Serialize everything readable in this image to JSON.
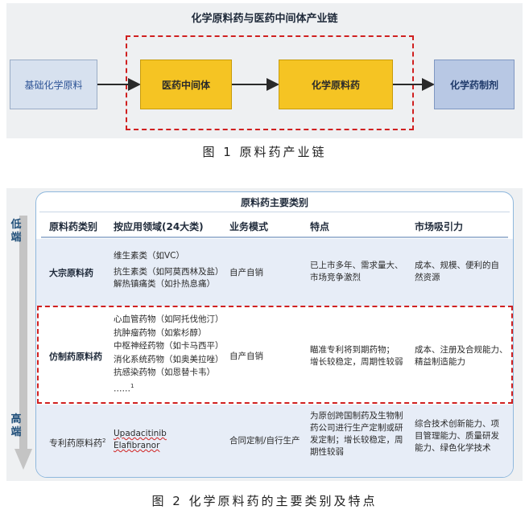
{
  "figure1": {
    "title": "化学原料药与医药中间体产业链",
    "nodes": {
      "base": "基础化学原料",
      "intermediate": "医药中间体",
      "api": "化学原料药",
      "preparation": "化学药制剂"
    },
    "caption": "图 1 原料药产业链"
  },
  "figure2": {
    "table_title": "原料药主要类别",
    "side_low": "低端",
    "side_high": "高端",
    "headers": {
      "category": "原料药类别",
      "fields": "按应用领域(24大类)",
      "mode": "业务模式",
      "features": "特点",
      "appeal": "市场吸引力"
    },
    "rows": [
      {
        "category": "大宗原料药",
        "fields": [
          "维生素类（如VC）",
          "抗生素类（如阿莫西林及盐）",
          "解热镇痛类（如扑热息痛）"
        ],
        "mode": "自产自销",
        "features": [
          "已上市多年、需求量大、",
          "市场竞争激烈"
        ],
        "appeal": [
          "成本、规模、便利的自",
          "然资源"
        ]
      },
      {
        "category": "仿制药原料药",
        "fields": [
          "心血管药物（如阿托伐他汀）",
          "抗肿瘤药物（如紫杉醇）",
          "中枢神经药物（如卡马西平）",
          "消化系统药物（如奥美拉唑）",
          "抗感染药物（如恩替卡韦）",
          "……"
        ],
        "footnote": "1",
        "mode": "自产自销",
        "features": [
          "瞄准专利将到期药物；",
          "增长较稳定，周期性较弱"
        ],
        "appeal": [
          "成本、注册及合规能力、",
          "精益制造能力"
        ]
      },
      {
        "category": "专利药原料药",
        "category_sup": "2",
        "fields": [
          "Upadacitinib",
          "Elafibranor"
        ],
        "mode": "合同定制/自行生产",
        "features": [
          "为原创跨国制药及生物制",
          "药公司进行生产定制或研",
          "发定制；增长较稳定，周",
          "期性较弱"
        ],
        "appeal": [
          "综合技术创新能力、项",
          "目管理能力、质量研发",
          "能力、绿色化学技术"
        ]
      }
    ],
    "caption": "图 2 化学原料药的主要类别及特点"
  },
  "colors": {
    "accent_yellow": "#f5c423",
    "accent_blue": "#2f5597",
    "dashed_red": "#d02020",
    "panel_gray": "#eef0f2"
  }
}
